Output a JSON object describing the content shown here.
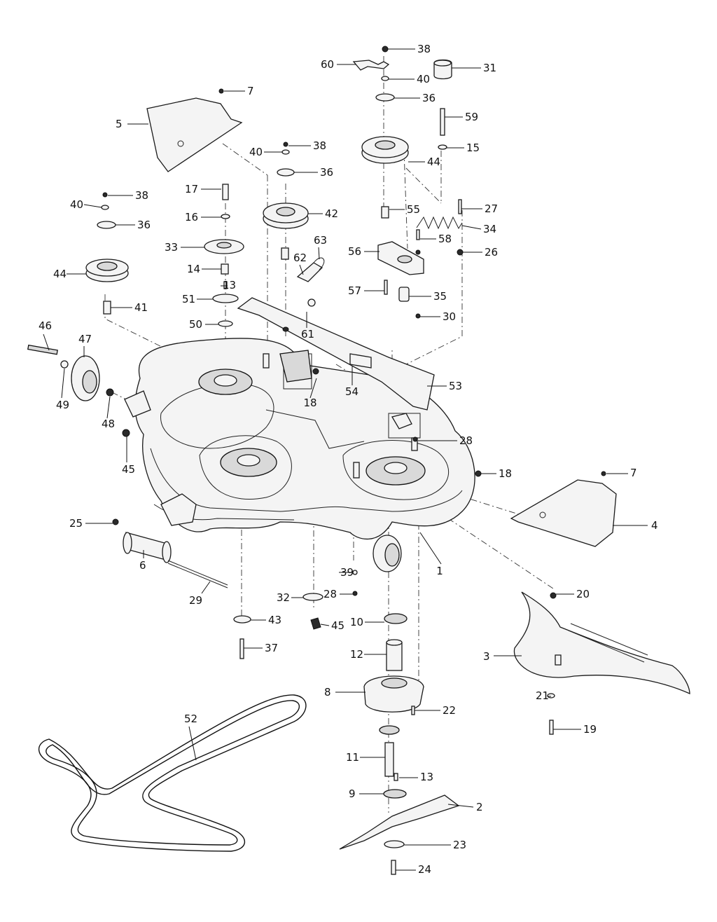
{
  "diagram": {
    "callouts": [
      {
        "id": "c-1",
        "text": "1"
      },
      {
        "id": "c-2",
        "text": "2"
      },
      {
        "id": "c-3",
        "text": "3"
      },
      {
        "id": "c-4",
        "text": "4"
      },
      {
        "id": "c-5",
        "text": "5"
      },
      {
        "id": "c-6",
        "text": "6"
      },
      {
        "id": "c-7a",
        "text": "7"
      },
      {
        "id": "c-7b",
        "text": "7"
      },
      {
        "id": "c-8",
        "text": "8"
      },
      {
        "id": "c-9",
        "text": "9"
      },
      {
        "id": "c-10",
        "text": "10"
      },
      {
        "id": "c-11",
        "text": "11"
      },
      {
        "id": "c-12",
        "text": "12"
      },
      {
        "id": "c-13a",
        "text": "13"
      },
      {
        "id": "c-13b",
        "text": "13"
      },
      {
        "id": "c-14",
        "text": "14"
      },
      {
        "id": "c-15",
        "text": "15"
      },
      {
        "id": "c-16",
        "text": "16"
      },
      {
        "id": "c-17",
        "text": "17"
      },
      {
        "id": "c-18a",
        "text": "18"
      },
      {
        "id": "c-18b",
        "text": "18"
      },
      {
        "id": "c-19",
        "text": "19"
      },
      {
        "id": "c-20",
        "text": "20"
      },
      {
        "id": "c-21",
        "text": "21"
      },
      {
        "id": "c-22",
        "text": "22"
      },
      {
        "id": "c-23",
        "text": "23"
      },
      {
        "id": "c-24",
        "text": "24"
      },
      {
        "id": "c-25",
        "text": "25"
      },
      {
        "id": "c-26",
        "text": "26"
      },
      {
        "id": "c-27",
        "text": "27"
      },
      {
        "id": "c-28a",
        "text": "28"
      },
      {
        "id": "c-28b",
        "text": "28"
      },
      {
        "id": "c-29",
        "text": "29"
      },
      {
        "id": "c-30",
        "text": "30"
      },
      {
        "id": "c-31",
        "text": "31"
      },
      {
        "id": "c-32",
        "text": "32"
      },
      {
        "id": "c-33",
        "text": "33"
      },
      {
        "id": "c-34",
        "text": "34"
      },
      {
        "id": "c-35",
        "text": "35"
      },
      {
        "id": "c-36a",
        "text": "36"
      },
      {
        "id": "c-36b",
        "text": "36"
      },
      {
        "id": "c-36c",
        "text": "36"
      },
      {
        "id": "c-37",
        "text": "37"
      },
      {
        "id": "c-38a",
        "text": "38"
      },
      {
        "id": "c-38b",
        "text": "38"
      },
      {
        "id": "c-38c",
        "text": "38"
      },
      {
        "id": "c-39",
        "text": "39"
      },
      {
        "id": "c-40a",
        "text": "40"
      },
      {
        "id": "c-40b",
        "text": "40"
      },
      {
        "id": "c-40c",
        "text": "40"
      },
      {
        "id": "c-41",
        "text": "41"
      },
      {
        "id": "c-42",
        "text": "42"
      },
      {
        "id": "c-43",
        "text": "43"
      },
      {
        "id": "c-44a",
        "text": "44"
      },
      {
        "id": "c-44b",
        "text": "44"
      },
      {
        "id": "c-45a",
        "text": "45"
      },
      {
        "id": "c-45b",
        "text": "45"
      },
      {
        "id": "c-46",
        "text": "46"
      },
      {
        "id": "c-47",
        "text": "47"
      },
      {
        "id": "c-48",
        "text": "48"
      },
      {
        "id": "c-49",
        "text": "49"
      },
      {
        "id": "c-50",
        "text": "50"
      },
      {
        "id": "c-51",
        "text": "51"
      },
      {
        "id": "c-52",
        "text": "52"
      },
      {
        "id": "c-53",
        "text": "53"
      },
      {
        "id": "c-54",
        "text": "54"
      },
      {
        "id": "c-55",
        "text": "55"
      },
      {
        "id": "c-56",
        "text": "56"
      },
      {
        "id": "c-57",
        "text": "57"
      },
      {
        "id": "c-58",
        "text": "58"
      },
      {
        "id": "c-59",
        "text": "59"
      },
      {
        "id": "c-60",
        "text": "60"
      },
      {
        "id": "c-61",
        "text": "61"
      },
      {
        "id": "c-62",
        "text": "62"
      },
      {
        "id": "c-63",
        "text": "63"
      }
    ]
  }
}
